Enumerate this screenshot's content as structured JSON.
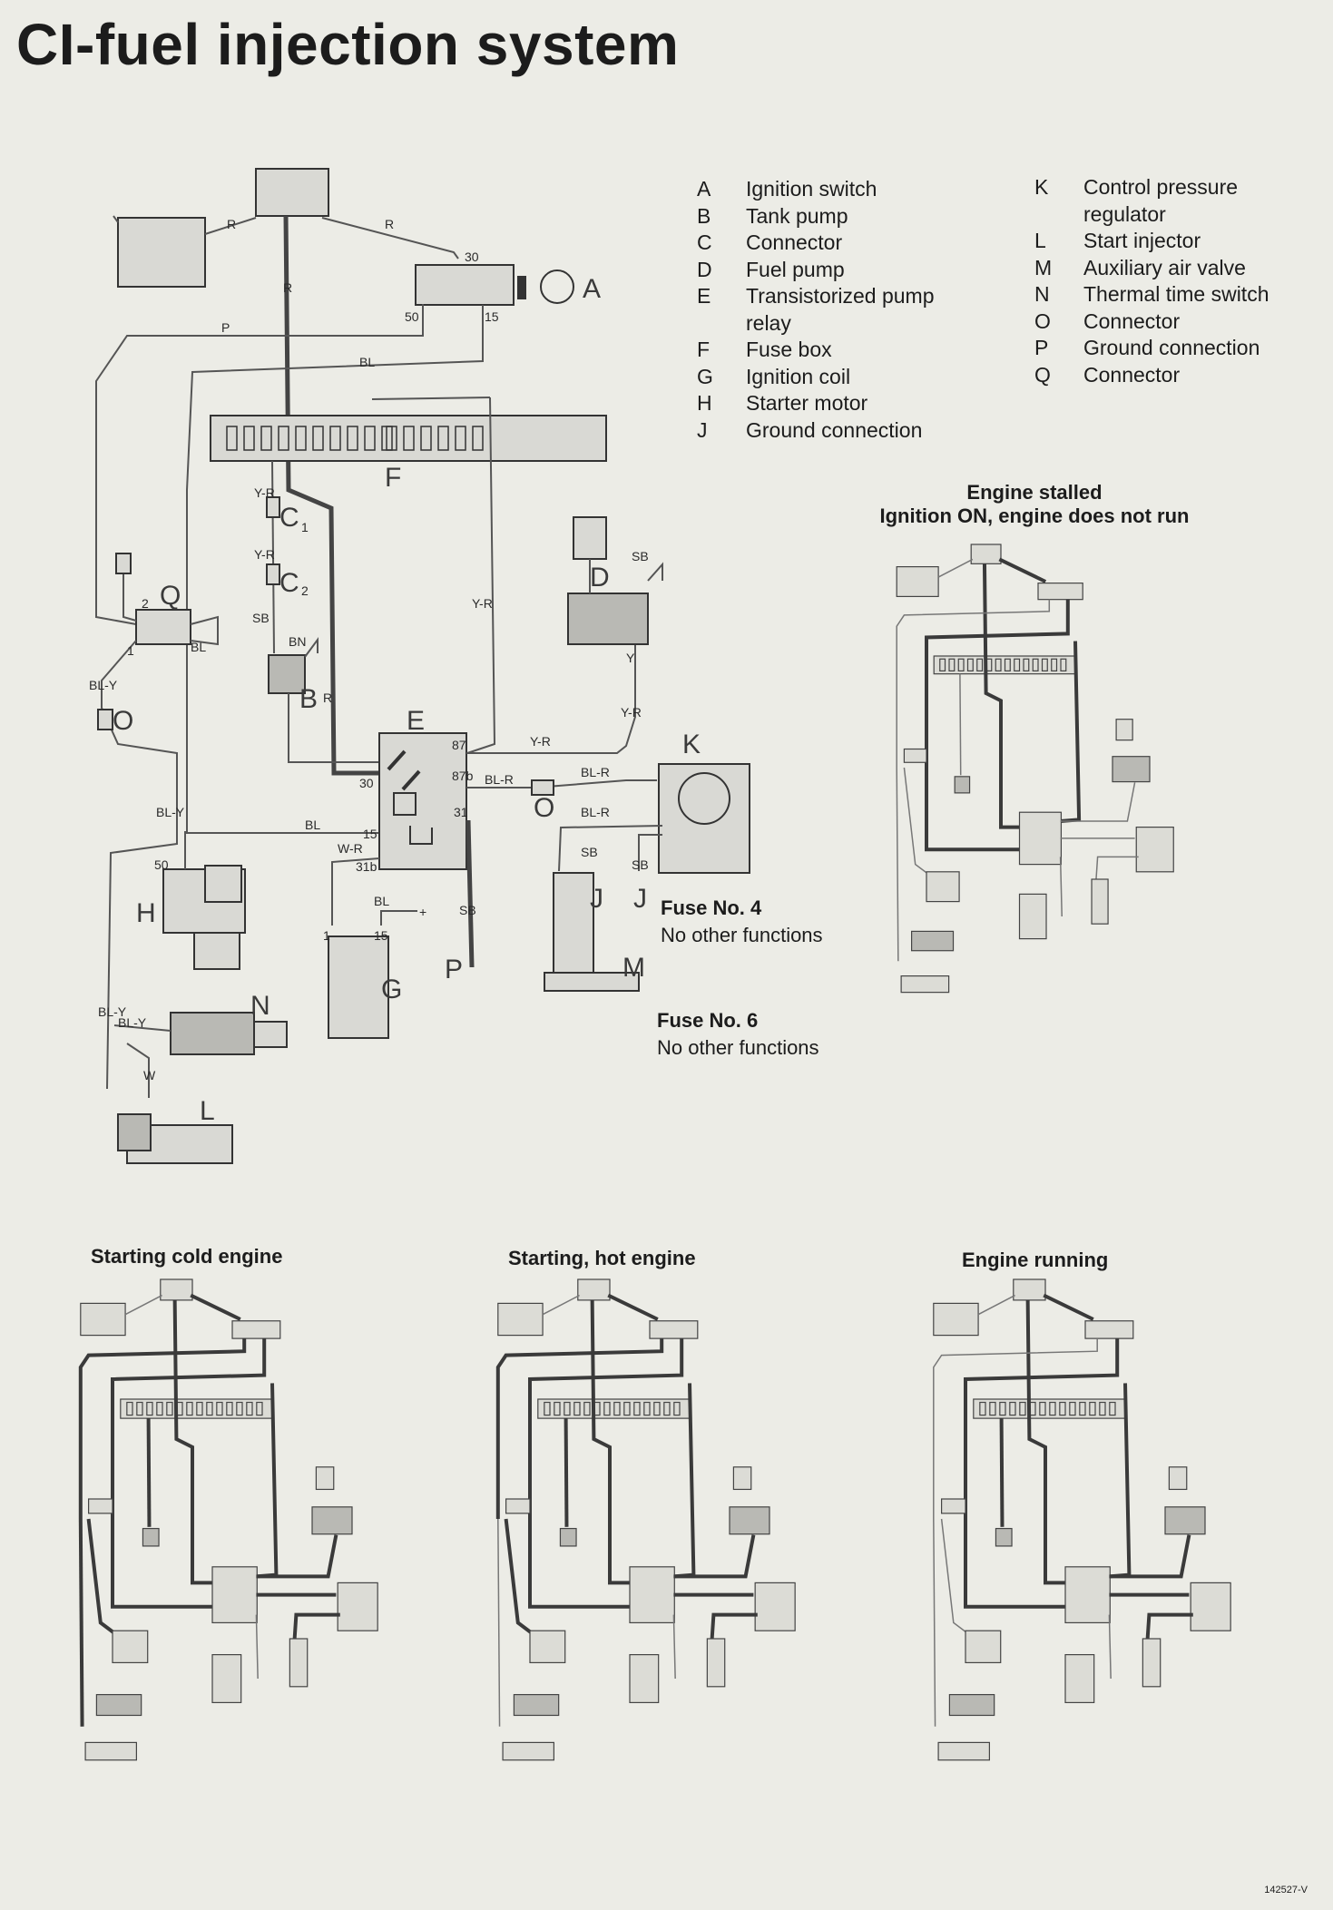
{
  "title": "CI-fuel injection system",
  "legend_left": [
    {
      "key": "A",
      "text": "Ignition switch"
    },
    {
      "key": "B",
      "text": "Tank pump"
    },
    {
      "key": "C",
      "text": "Connector"
    },
    {
      "key": "D",
      "text": "Fuel pump"
    },
    {
      "key": "E",
      "text": "Transistorized pump"
    },
    {
      "key": "",
      "text": "relay"
    },
    {
      "key": "F",
      "text": "Fuse box"
    },
    {
      "key": "G",
      "text": "Ignition coil"
    },
    {
      "key": "H",
      "text": "Starter motor"
    },
    {
      "key": "J",
      "text": "Ground connection"
    }
  ],
  "legend_right": [
    {
      "key": "K",
      "text": "Control pressure"
    },
    {
      "key": "",
      "text": "regulator"
    },
    {
      "key": "L",
      "text": "Start injector"
    },
    {
      "key": "M",
      "text": "Auxiliary air valve"
    },
    {
      "key": "N",
      "text": "Thermal time switch"
    },
    {
      "key": "O",
      "text": "Connector"
    },
    {
      "key": "P",
      "text": "Ground connection"
    },
    {
      "key": "Q",
      "text": "Connector"
    }
  ],
  "notes": {
    "fuse4_title": "Fuse No. 4",
    "fuse4_text": "No other functions",
    "fuse6_title": "Fuse No. 6",
    "fuse6_text": "No other functions"
  },
  "small_diagrams": {
    "stalled_title_1": "Engine stalled",
    "stalled_title_2": "Ignition ON, engine does not run",
    "cold": "Starting cold engine",
    "hot": "Starting, hot engine",
    "running": "Engine running"
  },
  "figure_code": "142527-V",
  "main_labels": {
    "A": "A",
    "B": "B",
    "C1": "C",
    "C1_sub": "1",
    "C2": "C",
    "C2_sub": "2",
    "D": "D",
    "E": "E",
    "F": "F",
    "G": "G",
    "H": "H",
    "J1": "J",
    "J2": "J",
    "K": "K",
    "L": "L",
    "M": "M",
    "N": "N",
    "O1": "O",
    "O2": "O",
    "P": "P",
    "Q": "Q"
  },
  "wire_labels": {
    "R1": "R",
    "R2": "R",
    "R3": "R",
    "R4": "R",
    "P": "P",
    "BL1": "BL",
    "BL2": "BL",
    "BL3": "BL",
    "BL4": "BL",
    "YR1": "Y-R",
    "YR2": "Y-R",
    "YR3": "Y-R",
    "YR4": "Y-R",
    "YR5": "Y-R",
    "SB1": "SB",
    "SB2": "SB",
    "SB3": "SB",
    "SB4": "SB",
    "SB5": "SB",
    "BN": "BN",
    "BLY1": "BL-Y",
    "BLY2": "BL-Y",
    "BLY3": "BL-Y",
    "BLY4": "BL-Y",
    "BLR1": "BL-R",
    "BLR2": "BL-R",
    "BLR3": "BL-R",
    "WR": "W-R",
    "W": "W",
    "Y": "Y",
    "t30a": "30",
    "t50": "50",
    "t15a": "15",
    "t87": "87",
    "t87b": "87b",
    "t30b": "30",
    "t31": "31",
    "t15b": "15",
    "t31b": "31b",
    "t1a": "1",
    "t15c": "15",
    "t50b": "50",
    "q2": "2",
    "q1": "1",
    "plus": "+"
  },
  "colors": {
    "background": "#ecece6",
    "ink": "#1c1c1c",
    "component": "#d9d9d4"
  }
}
